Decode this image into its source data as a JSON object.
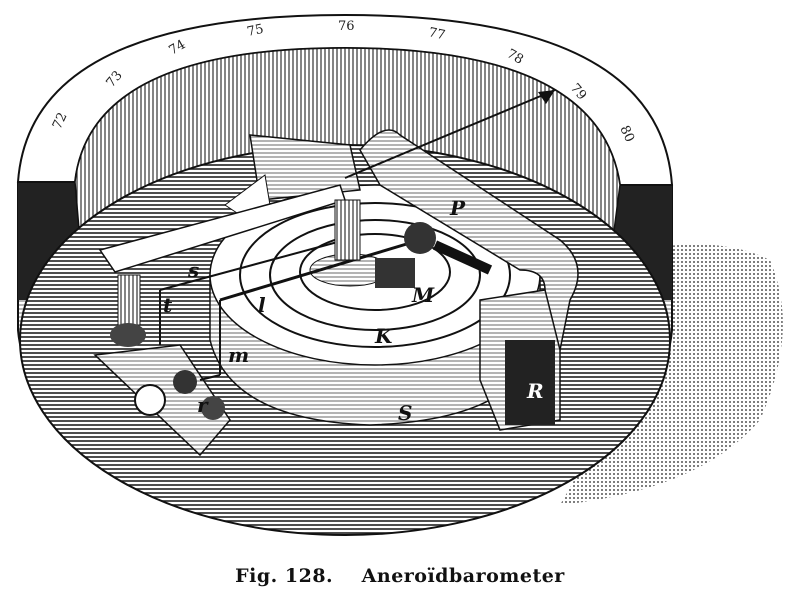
{
  "figure": {
    "caption_number": "Fig. 128.",
    "caption_title": "Aneroïdbarometer",
    "scale_numbers": [
      "72",
      "73",
      "74",
      "75",
      "76",
      "77",
      "78",
      "79",
      "80"
    ],
    "labels": {
      "P": "P",
      "s": "s",
      "t": "t",
      "l": "l",
      "M": "M",
      "K": "K",
      "m": "m",
      "r": "r",
      "R": "R",
      "S": "S"
    }
  }
}
